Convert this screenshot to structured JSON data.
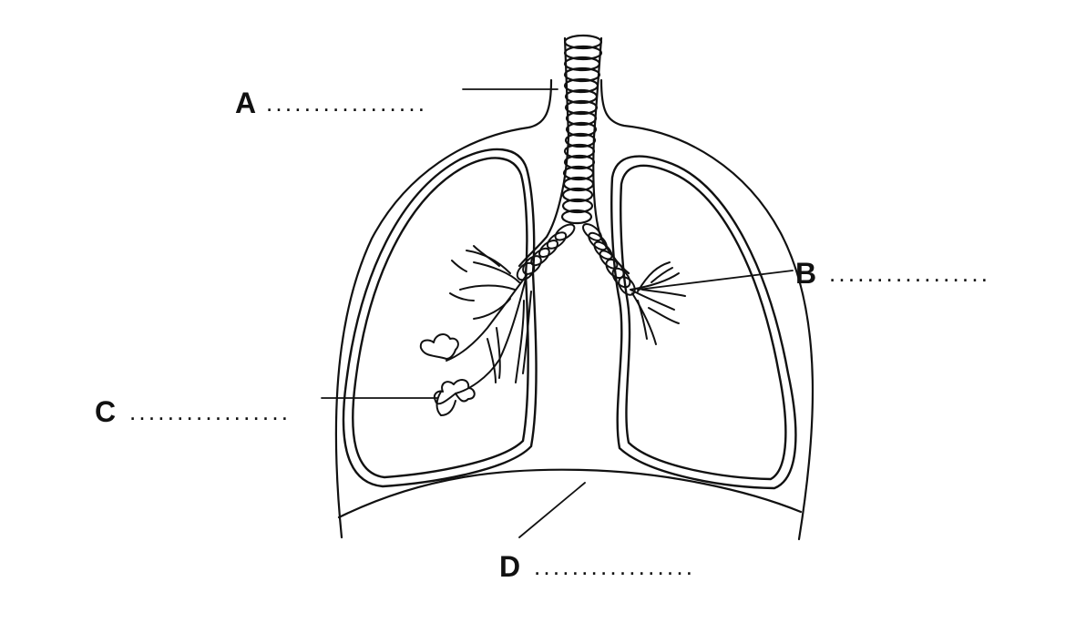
{
  "labels": {
    "a": {
      "letter": "A",
      "blank": "................."
    },
    "b": {
      "letter": "B",
      "blank": "................."
    },
    "c": {
      "letter": "C",
      "blank": "................."
    },
    "d": {
      "letter": "D",
      "blank": "................."
    }
  },
  "colors": {
    "ink": "#111111",
    "background": "#ffffff"
  }
}
